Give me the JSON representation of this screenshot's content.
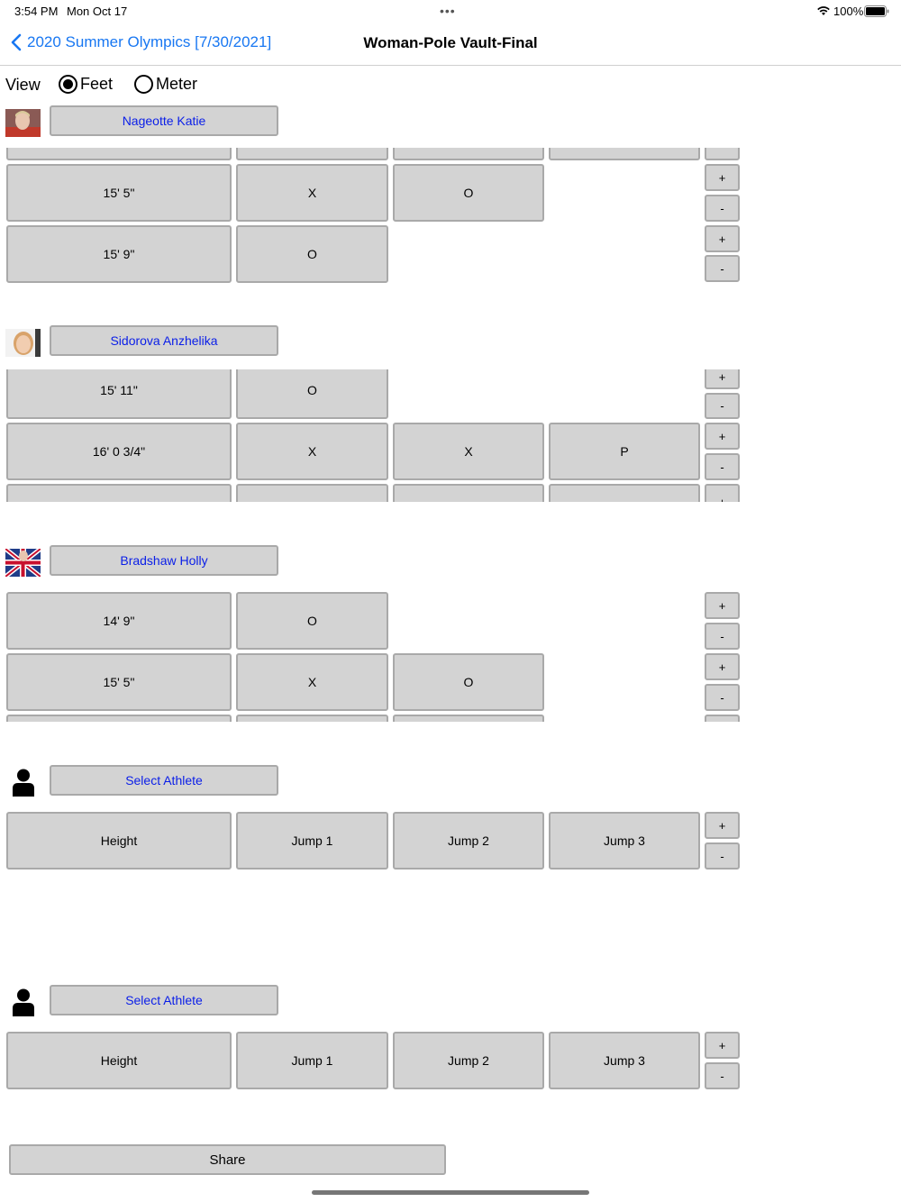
{
  "status_bar": {
    "time": "3:54 PM",
    "date": "Mon Oct 17",
    "battery": "100%"
  },
  "nav": {
    "back_label": "2020 Summer Olympics [7/30/2021]",
    "title": "Woman-Pole Vault-Final"
  },
  "view": {
    "label": "View",
    "options": [
      {
        "label": "Feet",
        "selected": true
      },
      {
        "label": "Meter",
        "selected": false
      }
    ]
  },
  "buttons": {
    "plus": "+",
    "minus": "-",
    "share": "Share"
  },
  "athletes": [
    {
      "name": "Nageotte  Katie",
      "rows": [
        {
          "height": "15' 5\"",
          "j1": "X",
          "j2": "O",
          "j3": ""
        },
        {
          "height": "15' 9\"",
          "j1": "O",
          "j2": "",
          "j3": ""
        }
      ]
    },
    {
      "name": "Sidorova Anzhelika",
      "rows": [
        {
          "height": "15' 11\"",
          "j1": "O",
          "j2": "",
          "j3": ""
        },
        {
          "height": "16' 0 3/4\"",
          "j1": "X",
          "j2": "X",
          "j3": "P"
        }
      ]
    },
    {
      "name": "Bradshaw Holly",
      "rows": [
        {
          "height": "14' 9\"",
          "j1": "O",
          "j2": "",
          "j3": ""
        },
        {
          "height": "15' 5\"",
          "j1": "X",
          "j2": "O",
          "j3": ""
        }
      ]
    },
    {
      "name": "Select Athlete",
      "rows": [
        {
          "height": "Height",
          "j1": "Jump 1",
          "j2": "Jump 2",
          "j3": "Jump 3"
        }
      ]
    },
    {
      "name": "Select Athlete",
      "rows": [
        {
          "height": "Height",
          "j1": "Jump 1",
          "j2": "Jump 2",
          "j3": "Jump 3"
        }
      ]
    }
  ]
}
